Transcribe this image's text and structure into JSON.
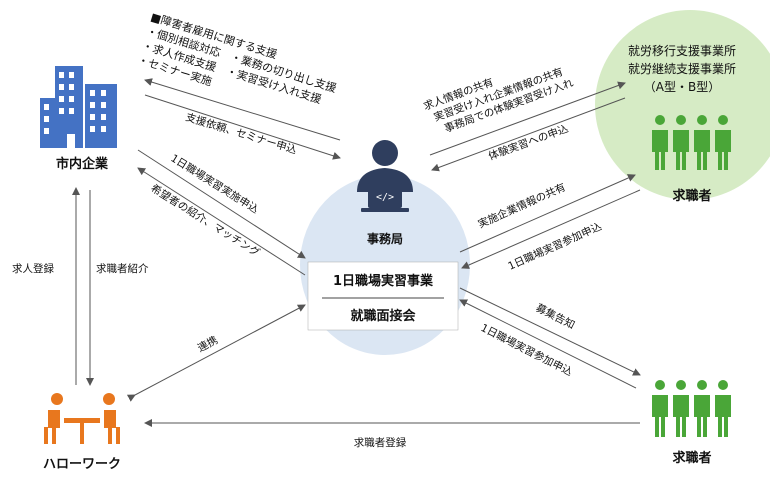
{
  "colors": {
    "office_fill": "#dbe6f3",
    "support_fill": "#d6ebc5",
    "company_blue": "#4472c4",
    "people_green": "#4aa638",
    "hellowork_orange": "#e8771e",
    "staff_navy": "#2f3e5e"
  },
  "icons": {
    "company": "office-building-icon",
    "staff": "staff-at-laptop-icon",
    "people": "people-group-icon",
    "hellowork": "meeting-table-icon"
  },
  "nodes": {
    "company": "市内企業",
    "office": "事務局",
    "program": "1日職場実習事業",
    "interview": "就職面接会",
    "support_lines": [
      "就労移行支援事業所",
      "就労継続支援事業所",
      "（A型・B型）"
    ],
    "seeker_top": "求職者",
    "seeker_bottom": "求職者",
    "hellowork": "ハローワーク"
  },
  "labels": {
    "support_list": [
      "■障害者雇用に関する支援",
      "・個別相談対応　・業務の切り出し支援",
      "・求人作成支援　・実習受け入れ支援",
      "・セミナー実施"
    ],
    "support_request": "支援依頼、セミナー申込",
    "intern_apply": "1日職場実習実施申込",
    "matching": "希望者の紹介、マッチング",
    "info_share": [
      "求人情報の共有",
      "実習受け入れ企業情報の共有",
      "事務局での体験実習受け入れ"
    ],
    "trial_apply": "体験実習への申込",
    "company_info_share": "実施企業情報の共有",
    "participate_top": "1日職場実習参加申込",
    "job_posting": "求人登録",
    "seeker_referral": "求職者紹介",
    "cooperation": "連携",
    "recruit_notice": "募集告知",
    "participate_bottom": "1日職場実習参加申込",
    "seeker_register": "求職者登録"
  }
}
